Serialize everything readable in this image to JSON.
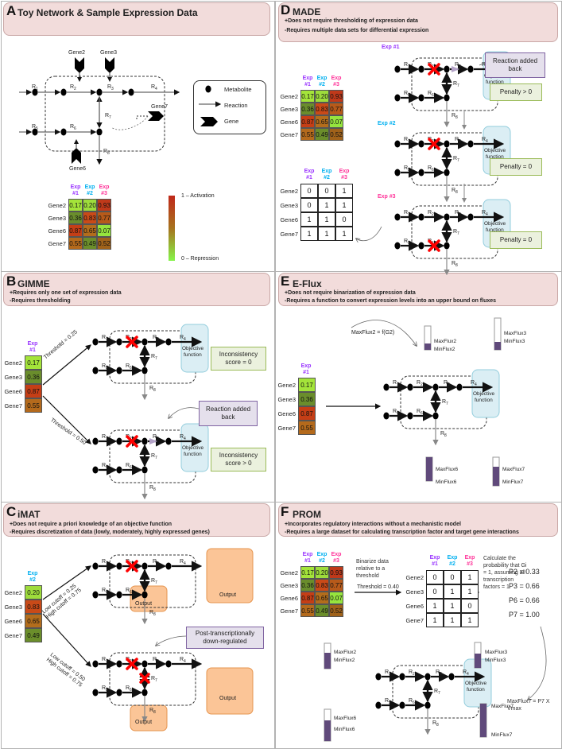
{
  "colors": {
    "panel_header": "#f2dcdb",
    "objective": "#dbeef4",
    "output": "#fbc597",
    "exp1": "#9933ff",
    "exp2": "#00b0f0",
    "exp3": "#ff3399",
    "green_box": "#ebf1de",
    "lavender_box": "#e5e0ec",
    "knockout": "#ff0000",
    "reaction_added": "#8064a2"
  },
  "panels": {
    "a": {
      "letter": "A",
      "title": "Toy Network & Sample Expression Data"
    },
    "b": {
      "letter": "B",
      "title": "GIMME",
      "lines": [
        "+Requires only one set of expression data",
        "-Requires thresholding"
      ]
    },
    "c": {
      "letter": "C",
      "title": "iMAT",
      "lines": [
        "+Does not require a priori knowledge of an objective function",
        "-Requires discretization of data (lowly, moderately, highly expressed genes)"
      ]
    },
    "d": {
      "letter": "D",
      "title": "MADE",
      "lines": [
        "+Does not require thresholding of expression data",
        "-Requires multiple data sets for differential expression"
      ]
    },
    "e": {
      "letter": "E",
      "title": "E-Flux",
      "lines": [
        "+Does not require binarization of expression data",
        "-Requires a function to convert expression levels into an upper bound on fluxes"
      ]
    },
    "f": {
      "letter": "F",
      "title": "PROM",
      "lines": [
        "+Incorporates regulatory interactions without a mechanistic model",
        "-Requires a large dataset for calculating transcription factor and target gene interactions"
      ]
    }
  },
  "legend": {
    "metabolite": "Metabolite",
    "reaction": "Reaction",
    "gene": "Gene"
  },
  "scale": {
    "top": "1 – Activation",
    "bottom": "0 – Repression"
  },
  "heat": {
    "exps": [
      "Exp #1",
      "Exp #2",
      "Exp #3"
    ],
    "genes": [
      "Gene2",
      "Gene3",
      "Gene6",
      "Gene7"
    ],
    "values": [
      [
        "0.17",
        "0.20",
        "0.93"
      ],
      [
        "0.36",
        "0.83",
        "0.77"
      ],
      [
        "0.87",
        "0.65",
        "0.07"
      ],
      [
        "0.55",
        "0.49",
        "0.52"
      ]
    ],
    "colors": [
      [
        "#a4e43a",
        "#9edc3c",
        "#c0391a"
      ],
      [
        "#6a8d2c",
        "#c94a18",
        "#b75a1a"
      ],
      [
        "#c53e16",
        "#b36d1c",
        "#96e53e"
      ],
      [
        "#b46a1c",
        "#6b8e2b",
        "#a0621a"
      ]
    ]
  },
  "labels": {
    "gene2": "Gene2",
    "gene3": "Gene3",
    "gene6": "Gene6",
    "gene7": "Gene7",
    "objective": "Objective function",
    "output": "Output",
    "reaction_added_back": "Reaction added back",
    "penalty_pos": "Penalty > 0",
    "penalty_zero": "Penalty = 0",
    "inconsistency_zero": "Inconsistency score = 0",
    "inconsistency_pos": "Inconsistency score > 0",
    "threshold_025": "Threshold = 0.25",
    "threshold_050": "Threshold = 0.50",
    "cutoff_top": "Low cutoff = 0.25\nHigh cutoff = 0.75",
    "cutoff_bottom": "Low cutoff = 0.50\nHigh cutoff = 0.75",
    "post_trans": "Post-transcriptionally down-regulated",
    "maxflux_eq": "MaxFlux2 = f(G2)",
    "binarize": "Binarize data relative to a threshold",
    "threshold_040": "Threshold = 0.40",
    "calc_prob": "Calculate the probability that Gi = 1, assuming all transcription factors = 1",
    "maxflux_prom": "MaxFlux7 = P7 X Vmax"
  },
  "binary_d": [
    [
      "0",
      "0",
      "1"
    ],
    [
      "0",
      "1",
      "1"
    ],
    [
      "1",
      "1",
      "0"
    ],
    [
      "1",
      "1",
      "1"
    ]
  ],
  "binary_f": [
    [
      "0",
      "0",
      "1"
    ],
    [
      "0",
      "1",
      "1"
    ],
    [
      "1",
      "1",
      "0"
    ],
    [
      "1",
      "1",
      "1"
    ]
  ],
  "probs": [
    "P2 = 0.33",
    "P3 = 0.66",
    "P6 = 0.66",
    "P7 = 1.00"
  ],
  "exp_b": {
    "header": "Exp #1",
    "values": [
      "0.17",
      "0.36",
      "0.87",
      "0.55"
    ],
    "colors": [
      "#a4e43a",
      "#6a8d2c",
      "#c53e16",
      "#b46a1c"
    ]
  },
  "exp_c": {
    "header": "Exp #2",
    "values": [
      "0.20",
      "0.83",
      "0.65",
      "0.49"
    ],
    "colors": [
      "#9edc3c",
      "#c94a18",
      "#b36d1c",
      "#6b8e2b"
    ]
  },
  "exp_e": {
    "header": "Exp #1",
    "values": [
      "0.17",
      "0.36",
      "0.87",
      "0.55"
    ],
    "colors": [
      "#a4e43a",
      "#6a8d2c",
      "#c53e16",
      "#b46a1c"
    ]
  },
  "flux": {
    "max2": "MaxFlux2",
    "min2": "MinFlux2",
    "max3": "MaxFlux3",
    "min3": "MinFlux3",
    "max6": "MaxFlux6",
    "min6": "MinFlux6",
    "max7": "MaxFlux7",
    "min7": "MinFlux7"
  }
}
